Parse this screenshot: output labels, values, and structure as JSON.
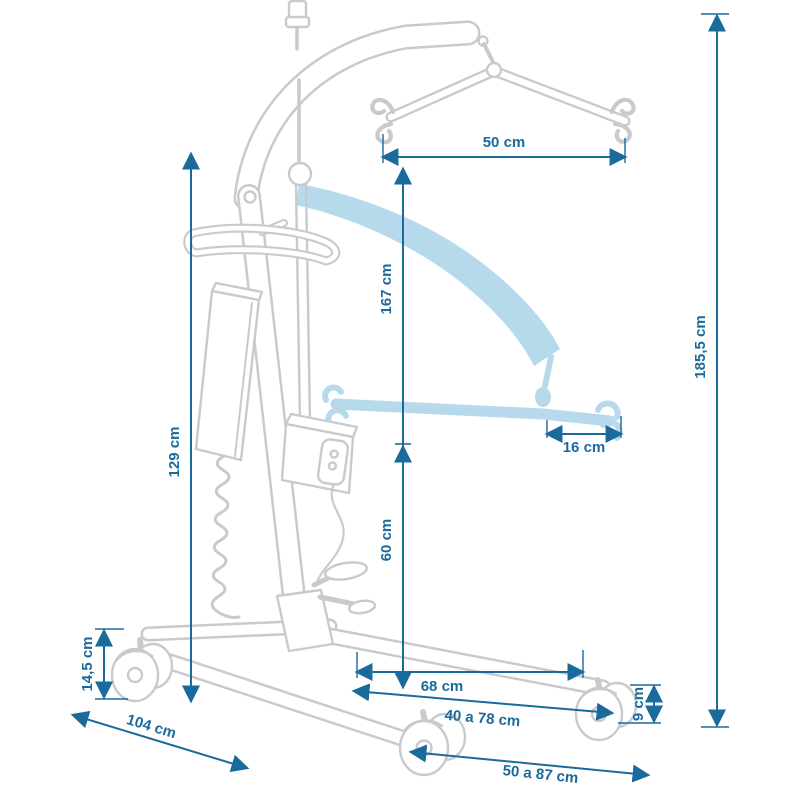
{
  "diagram": {
    "dimensions": {
      "spreader_width": "50 cm",
      "max_lift_height": "167 cm",
      "total_height": "185,5 cm",
      "mast_height": "129 cm",
      "hook_spacing": "16 cm",
      "min_lift_height": "60 cm",
      "ground_clearance": "14,5 cm",
      "base_inner_width": "68 cm",
      "legs_opening_range": "40 a 78 cm",
      "base_length": "104 cm",
      "base_height": "9 cm",
      "legs_span_range": "50 a 87 cm"
    },
    "colors": {
      "dimension_lines": "#1b6a9c",
      "drawing_outline": "#c8cacd",
      "ghost_position": "#b7d9ec",
      "background": "#ffffff"
    }
  }
}
